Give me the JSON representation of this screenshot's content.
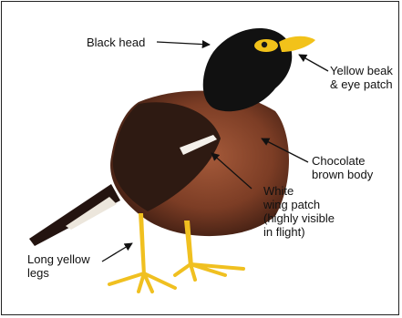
{
  "labels": {
    "head": "Black head",
    "beak": [
      "Yellow beak",
      "& eye patch"
    ],
    "body": [
      "Chocolate",
      "brown body"
    ],
    "wing": [
      "White",
      "wing patch",
      "(highly visible",
      "in flight)"
    ],
    "legs": [
      "Long yellow",
      "legs"
    ]
  },
  "colors": {
    "head": "#111111",
    "body": "#8a4a2e",
    "body_dark": "#4a2417",
    "wing": "#3a2218",
    "beak": "#f2c21a",
    "legs": "#f0c020",
    "patch": "#ffffff"
  }
}
